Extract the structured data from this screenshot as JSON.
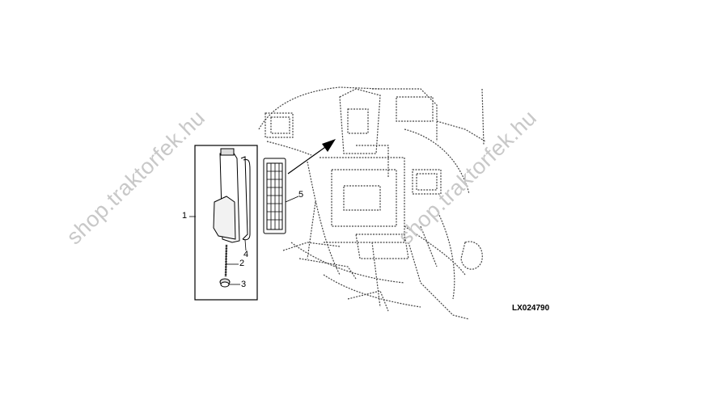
{
  "watermarks": [
    "shop.traktorfek.hu",
    "shop.traktorfek.hu"
  ],
  "callouts": [
    "1",
    "2",
    "3",
    "4",
    "5"
  ],
  "figure_id": "LX024790"
}
